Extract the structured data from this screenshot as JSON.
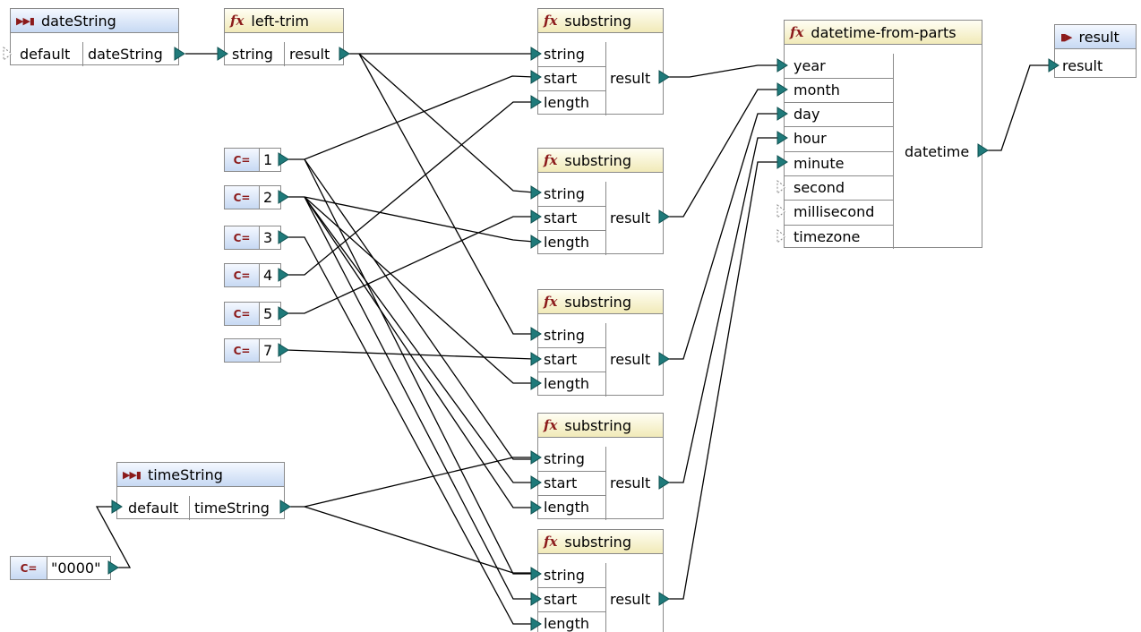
{
  "colors": {
    "connector": "#1f7a7a",
    "wire": "#000000"
  },
  "nodes": {
    "dateString_input": {
      "icon": "input-parameter-icon",
      "title": "dateString",
      "port_in": "default",
      "port_out": "dateString"
    },
    "left_trim": {
      "icon": "function-icon",
      "title": "left-trim",
      "port_in": "string",
      "port_out": "result"
    },
    "timeString_input": {
      "icon": "input-parameter-icon",
      "title": "timeString",
      "port_in": "default",
      "port_out": "timeString"
    },
    "substring_1": {
      "title": "substring",
      "inputs": [
        "string",
        "start",
        "length"
      ],
      "output": "result"
    },
    "substring_2": {
      "title": "substring",
      "inputs": [
        "string",
        "start",
        "length"
      ],
      "output": "result"
    },
    "substring_3": {
      "title": "substring",
      "inputs": [
        "string",
        "start",
        "length"
      ],
      "output": "result"
    },
    "substring_4": {
      "title": "substring",
      "inputs": [
        "string",
        "start",
        "length"
      ],
      "output": "result"
    },
    "substring_5": {
      "title": "substring",
      "inputs": [
        "string",
        "start",
        "length"
      ],
      "output": "result"
    },
    "datetime_from_parts": {
      "title": "datetime-from-parts",
      "inputs": [
        "year",
        "month",
        "day",
        "hour",
        "minute",
        "second",
        "millisecond",
        "timezone"
      ],
      "output": "datetime"
    },
    "result_output": {
      "icon": "output-parameter-icon",
      "title": "result",
      "port_in": "result"
    }
  },
  "constants": {
    "badge": "C=",
    "c1": "1",
    "c2": "2",
    "c3": "3",
    "c4": "4",
    "c5": "5",
    "c7": "7",
    "c0000": "\"0000\""
  }
}
